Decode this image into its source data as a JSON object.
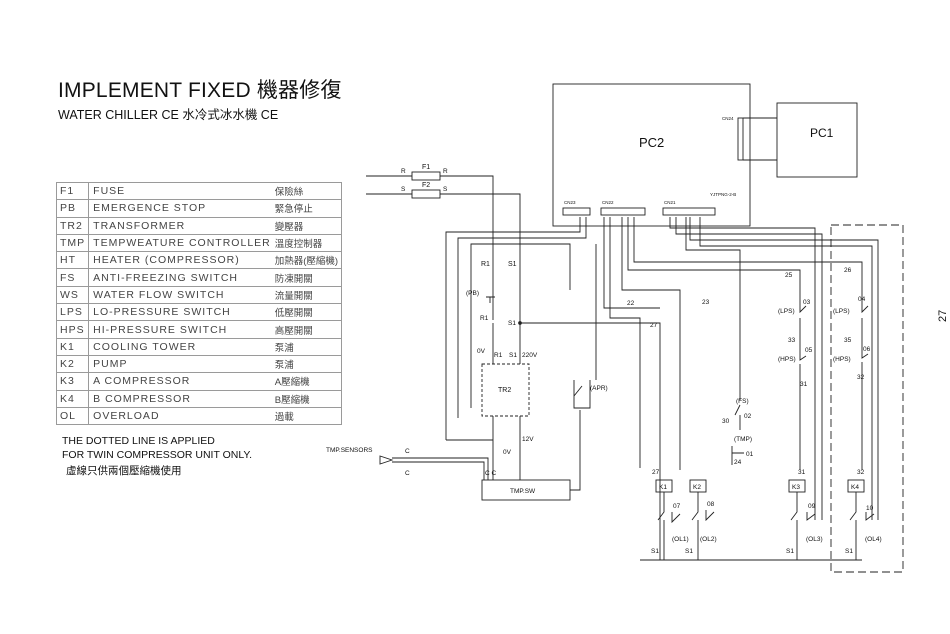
{
  "title": "IMPLEMENT FIXED 機器修復",
  "subtitle": "WATER CHILLER CE 水冷式冰水機 CE",
  "legend": [
    {
      "code": "F1",
      "en": "FUSE",
      "zh": "保險絲"
    },
    {
      "code": "PB",
      "en": "EMERGENCE STOP",
      "zh": "緊急停止"
    },
    {
      "code": "TR2",
      "en": "TRANSFORMER",
      "zh": "變壓器"
    },
    {
      "code": "TMP",
      "en": "TEMPWEATURE CONTROLLER",
      "zh": "溫度控制器"
    },
    {
      "code": "HT",
      "en": "HEATER (COMPRESSOR)",
      "zh": "加熱器(壓縮機)"
    },
    {
      "code": "FS",
      "en": "ANTI-FREEZING SWITCH",
      "zh": "防凍開關"
    },
    {
      "code": "WS",
      "en": "WATER FLOW SWITCH",
      "zh": "流量開關"
    },
    {
      "code": "LPS",
      "en": "LO-PRESSURE SWITCH",
      "zh": "低壓開關"
    },
    {
      "code": "HPS",
      "en": "HI-PRESSURE SWITCH",
      "zh": "高壓開關"
    },
    {
      "code": "K1",
      "en": "COOLING TOWER",
      "zh": "泵浦"
    },
    {
      "code": "K2",
      "en": "PUMP",
      "zh": "泵浦"
    },
    {
      "code": "K3",
      "en": "A COMPRESSOR",
      "zh": "A壓縮機"
    },
    {
      "code": "K4",
      "en": "B COMPRESSOR",
      "zh": "B壓縮機"
    },
    {
      "code": "OL",
      "en": "OVERLOAD",
      "zh": "過載"
    }
  ],
  "notes": [
    "THE DOTTED LINE IS APPLIED",
    "FOR TWIN COMPRESSOR UNIT ONLY.",
    "虛線只供兩個壓縮機使用"
  ],
  "page_number": "27",
  "labels": {
    "pc1": "PC1",
    "pc2": "PC2",
    "cn24": "CN24",
    "cn23": "CN23",
    "cn22": "CN22",
    "cn21": "CN21",
    "board": "YJTPNG-2-B",
    "f1": "F1",
    "f2": "F2",
    "r": "R",
    "s": "S",
    "r1": "R1",
    "s1": "S1",
    "pb": "(PB)",
    "ov": "0V",
    "v220": "220V",
    "v12": "12V",
    "tr2": "TR2",
    "tmp_sensors": "TMP.SENSORS",
    "c": "C",
    "cc": "C C",
    "tmpsw": "TMP.SW",
    "apr": "(APR)",
    "w22": "22",
    "w23": "23",
    "w25": "25",
    "w26": "26",
    "w27": "27",
    "fs": "(FS)",
    "w02": "02",
    "w30": "30",
    "tmp": "(TMP)",
    "w01": "01",
    "w24": "24",
    "lps": "(LPS)",
    "hps": "(HPS)",
    "w03": "03",
    "w04": "04",
    "w05": "05",
    "w06": "06",
    "w31": "31",
    "w32": "32",
    "w33": "33",
    "w35": "35",
    "k1": "K1",
    "k2": "K2",
    "k3": "K3",
    "k4": "K4",
    "w07": "07",
    "w08": "08",
    "w09": "09",
    "w10": "10",
    "ol1": "(OL1)",
    "ol2": "(OL2)",
    "ol3": "(OL3)",
    "ol4": "(OL4)"
  }
}
